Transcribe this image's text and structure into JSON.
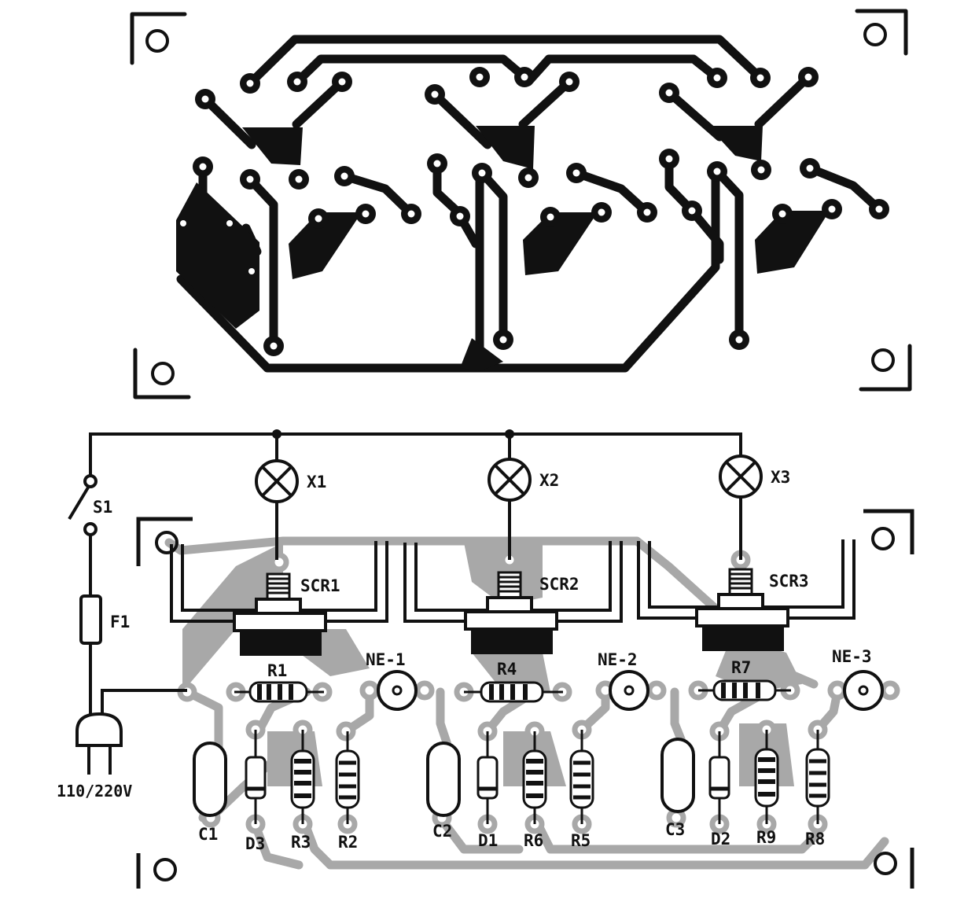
{
  "labels": {
    "lamps": [
      "X1",
      "X2",
      "X3"
    ],
    "scrs": [
      "SCR1",
      "SCR2",
      "SCR3"
    ],
    "neons": [
      "NE-1",
      "NE-2",
      "NE-3"
    ],
    "gate_resistors": [
      "R1",
      "R4",
      "R7"
    ],
    "switch": "S1",
    "fuse": "F1",
    "supply": "110/220V",
    "bottom_row": [
      [
        "C1",
        "D3",
        "R3",
        "R2"
      ],
      [
        "C2",
        "D1",
        "R6",
        "R5"
      ],
      [
        "C3",
        "D2",
        "R9",
        "R8"
      ]
    ]
  },
  "colors": {
    "ink": "#111111",
    "copper_shade": "#a8a8a8",
    "paper": "#ffffff"
  }
}
